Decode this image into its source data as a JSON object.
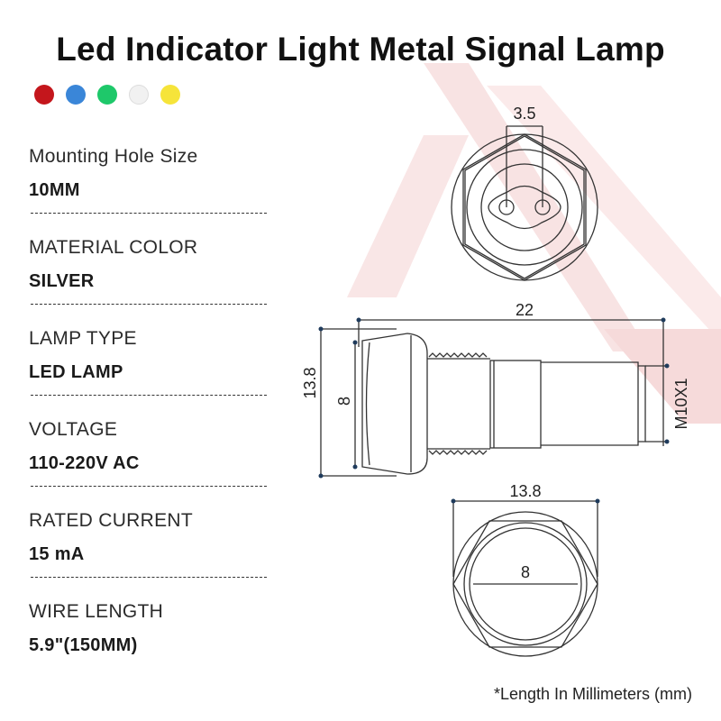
{
  "title": "Led Indicator Light Metal Signal Lamp",
  "color_dots": [
    {
      "name": "red-dot",
      "color": "#c4161c"
    },
    {
      "name": "blue-dot",
      "color": "#3a86d8"
    },
    {
      "name": "green-dot",
      "color": "#1ec86a"
    },
    {
      "name": "white-dot",
      "color": "#f1f1f1"
    },
    {
      "name": "yellow-dot",
      "color": "#f6e43a"
    }
  ],
  "specs": [
    {
      "label": "Mounting Hole Size",
      "value": "10MM"
    },
    {
      "label": "MATERIAL COLOR",
      "value": "SILVER"
    },
    {
      "label": "LAMP TYPE",
      "value": "LED LAMP"
    },
    {
      "label": "VOLTAGE",
      "value": "110-220V AC"
    },
    {
      "label": "RATED CURRENT",
      "value": "15 mA"
    },
    {
      "label": "WIRE LENGTH",
      "value": "5.9\"(150MM)"
    }
  ],
  "dimensions": {
    "pin_spacing": "3.5",
    "total_length": "22",
    "outer_height": "13.8",
    "lens_height": "8",
    "thread": "M10X1",
    "hex_width": "13.8",
    "lens_diameter": "8"
  },
  "footnote": "*Length In Millimeters (mm)",
  "colors": {
    "accent_deco": "#f6dede",
    "line": "#333333",
    "dim_marker": "#1f3b5c"
  }
}
